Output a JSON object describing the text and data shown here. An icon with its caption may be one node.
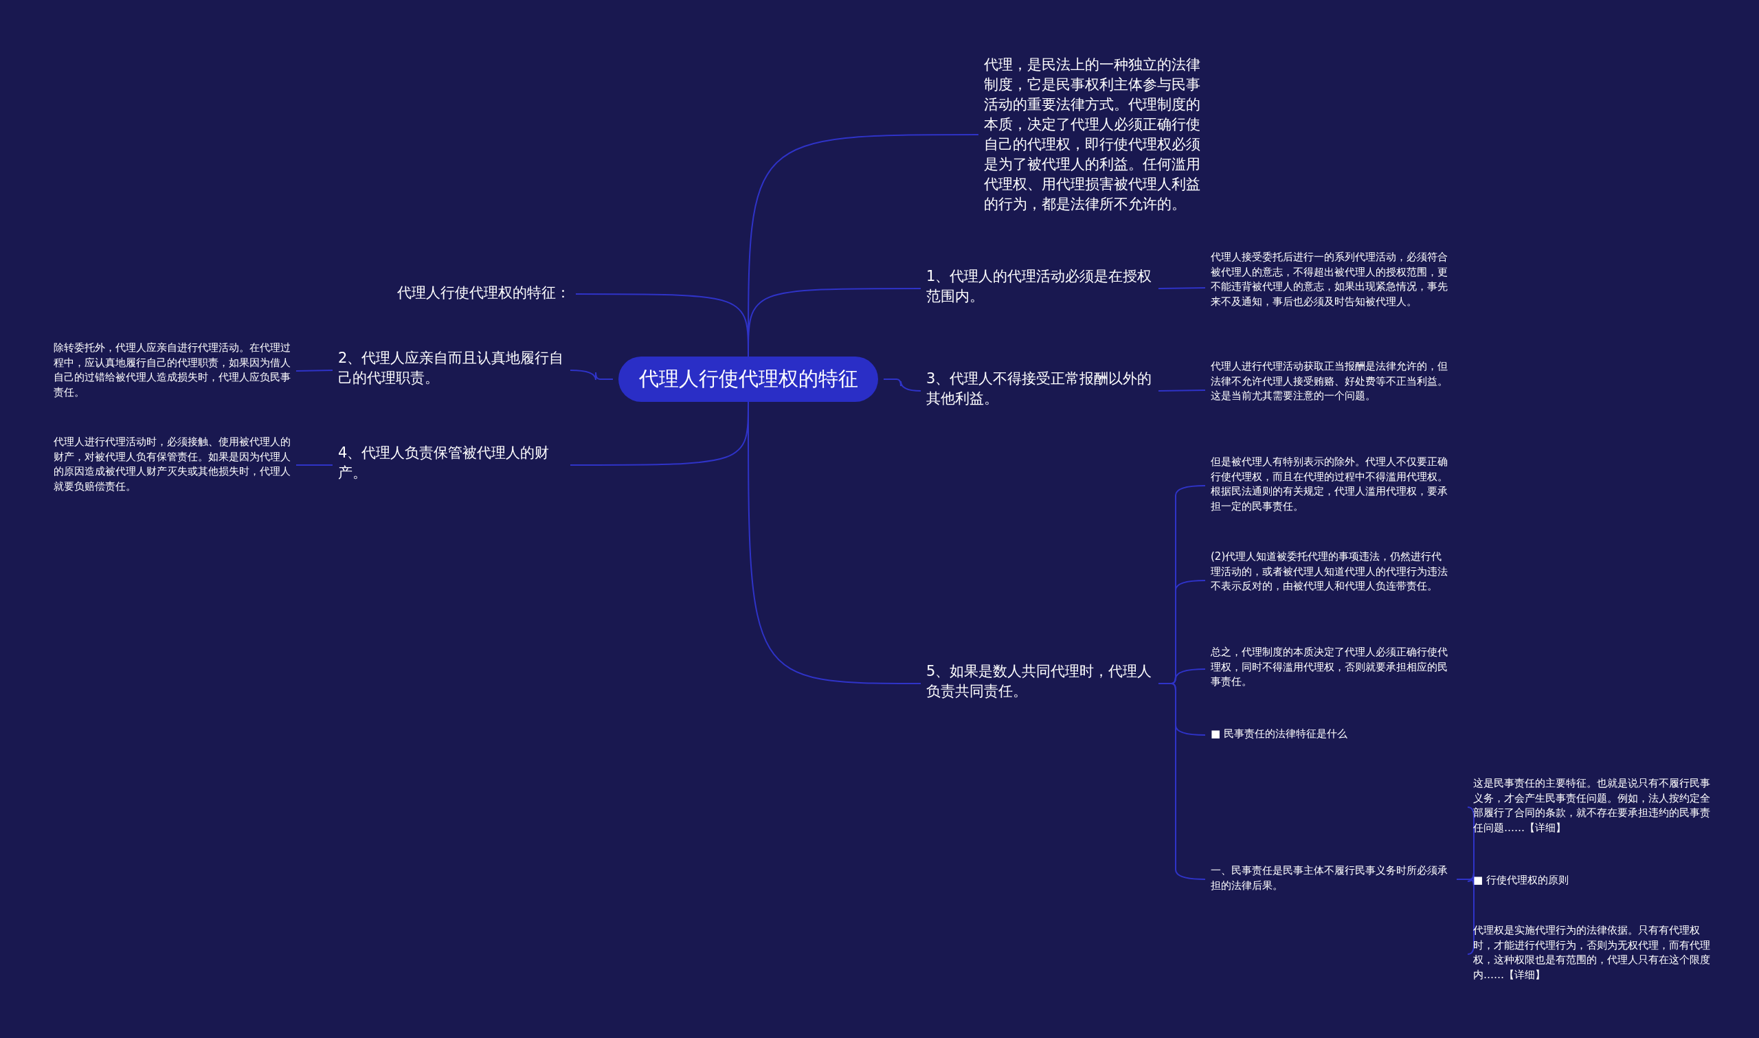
{
  "diagram": {
    "nodes": [
      {
        "text": [
          "代理人行使代理权的特征"
        ]
      },
      {
        "text": [
          "代理，是民法上的一种独立的法律制度，它是民事权利主体参与民事活动的重要法律方式。代理制度的本质，决定了代理人必须正确行使自己的代理权，即行使代理权必须是为了被代理人的利益。任何滥用代理权、用代理损害被代理人利益的行为，都是法律所不允许的。"
        ]
      },
      {
        "text": [
          "代理人行使代理权的特征："
        ]
      },
      {
        "text": [
          "2、代理人应亲自而且认真地履行自己的代理职责。"
        ]
      },
      {
        "text": [
          "4、代理人负责保管被代理人的财产。"
        ]
      },
      {
        "text": [
          "除转委托外，代理人应亲自进行代理活动。在代理过程中，应认真地履行自己的代理职责，如果因为借人自己的过错给被代理人造成损失时，代理人应负民事责任。"
        ]
      },
      {
        "text": [
          "代理人进行代理活动时，必须接触、使用被代理人的财产，对被代理人负有保管责任。如果是因为代理人的原因造成被代理人财产灭失或其他损失时，代理人就要负赔偿责任。"
        ]
      },
      {
        "text": [
          "1、代理人的代理活动必须是在授权范围内。"
        ]
      },
      {
        "text": [
          "代理人接受委托后进行一的系列代理活动，必须符合被代理人的意志，不得超出被代理人的授权范围，更不能违背被代理人的意志，如果出现紧急情况，事先来不及通知，事后也必须及时告知被代理人。"
        ]
      },
      {
        "text": [
          "3、代理人不得接受正常报酬以外的其他利益。"
        ]
      },
      {
        "text": [
          "代理人进行代理活动获取正当报酬是法律允许的，但法律不允许代理人接受贿赂、好处费等不正当利益。这是当前尤其需要注意的一个问题。"
        ]
      },
      {
        "text": [
          "5、如果是数人共同代理时，代理人负责共同责任。"
        ]
      },
      {
        "text": [
          "但是被代理人有特别表示的除外。代理人不仅要正确行使代理权，而且在代理的过程中不得滥用代理权。根据民法通则的有关规定，代理人滥用代理权，要承担一定的民事责任。"
        ]
      },
      {
        "text": [
          "(2)代理人知道被委托代理的事项违法，仍然进行代理活动的，或者被代理人知道代理人的代理行为违法不表示反对的，由被代理人和代理人负连带责任。"
        ]
      },
      {
        "text": [
          "总之，代理制度的本质决定了代理人必须正确行使代理权，同时不得滥用代理权，否则就要承担相应的民事责任。"
        ]
      },
      {
        "text": [
          "■ 民事责任的法律特征是什么"
        ]
      },
      {
        "text": [
          "一、民事责任是民事主体不履行民事义务时所必须承担的法律后果。"
        ]
      },
      {
        "text": [
          "这是民事责任的主要特征。也就是说只有不履行民事义务，才会产生民事责任问题。例如，法人按约定全部履行了合同的条款，就不存在要承担违约的民事责任问题……【详细】"
        ]
      },
      {
        "text": [
          "■ 行使代理权的原则"
        ]
      },
      {
        "text": [
          "代理权是实施代理行为的法律依据。只有有代理权时，才能进行代理行为，否则为无权代理，而有代理权，这种权限也是有范围的，代理人只有在这个限度内……【详细】"
        ]
      }
    ],
    "edges": [
      {
        "from": 0,
        "to": 1,
        "arrow": "none"
      },
      {
        "from": 0,
        "to": 2,
        "arrow": "none"
      },
      {
        "from": 0,
        "to": 3,
        "arrow": "none"
      },
      {
        "from": 0,
        "to": 4,
        "arrow": "none"
      },
      {
        "from": 0,
        "to": 7,
        "arrow": "none"
      },
      {
        "from": 0,
        "to": 9,
        "arrow": "none"
      },
      {
        "from": 0,
        "to": 11,
        "arrow": "none"
      },
      {
        "from": 3,
        "to": 5,
        "arrow": "none"
      },
      {
        "from": 4,
        "to": 6,
        "arrow": "none"
      },
      {
        "from": 7,
        "to": 8,
        "arrow": "none"
      },
      {
        "from": 9,
        "to": 10,
        "arrow": "none"
      },
      {
        "from": 11,
        "to": 12,
        "arrow": "none"
      },
      {
        "from": 11,
        "to": 13,
        "arrow": "none"
      },
      {
        "from": 11,
        "to": 14,
        "arrow": "none"
      },
      {
        "from": 11,
        "to": 15,
        "arrow": "none"
      },
      {
        "from": 11,
        "to": 16,
        "arrow": "none"
      },
      {
        "from": 16,
        "to": 17,
        "arrow": "none"
      },
      {
        "from": 16,
        "to": 18,
        "arrow": "none"
      },
      {
        "from": 16,
        "to": 19,
        "arrow": "none"
      }
    ]
  }
}
